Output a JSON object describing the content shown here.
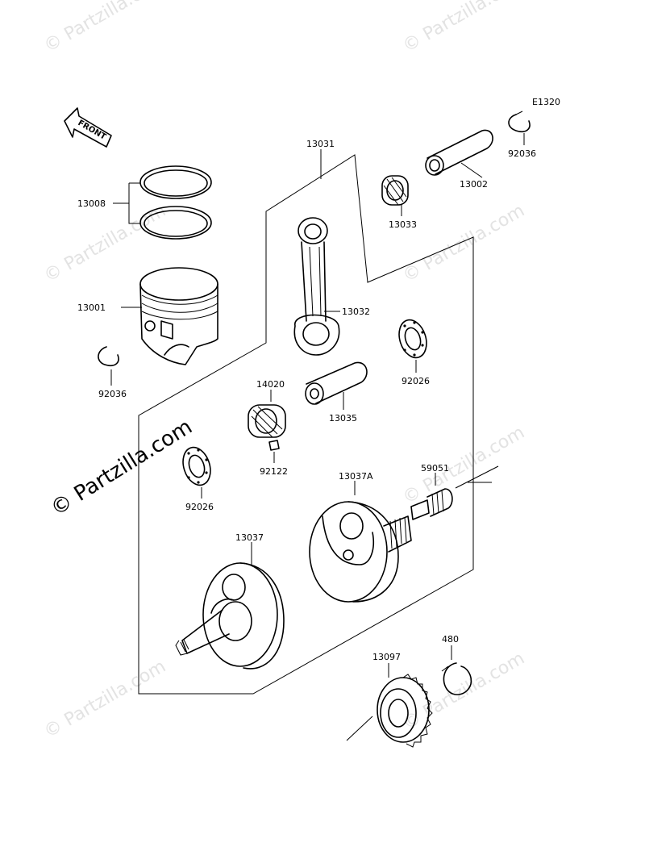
{
  "diagram_code": "E1320",
  "front_label": "FRONT",
  "watermark": "© Partzilla.com",
  "labels": {
    "p13031": "13031",
    "p13002": "13002",
    "p92036_top": "92036",
    "p13008": "13008",
    "p13033": "13033",
    "p13001": "13001",
    "p13032": "13032",
    "p92036_left": "92036",
    "p92026_right": "92026",
    "p14020": "14020",
    "p13035": "13035",
    "p92122": "92122",
    "p92026_left": "92026",
    "p13037A": "13037A",
    "p59051": "59051",
    "p13037": "13037",
    "p480": "480",
    "p13097": "13097"
  }
}
